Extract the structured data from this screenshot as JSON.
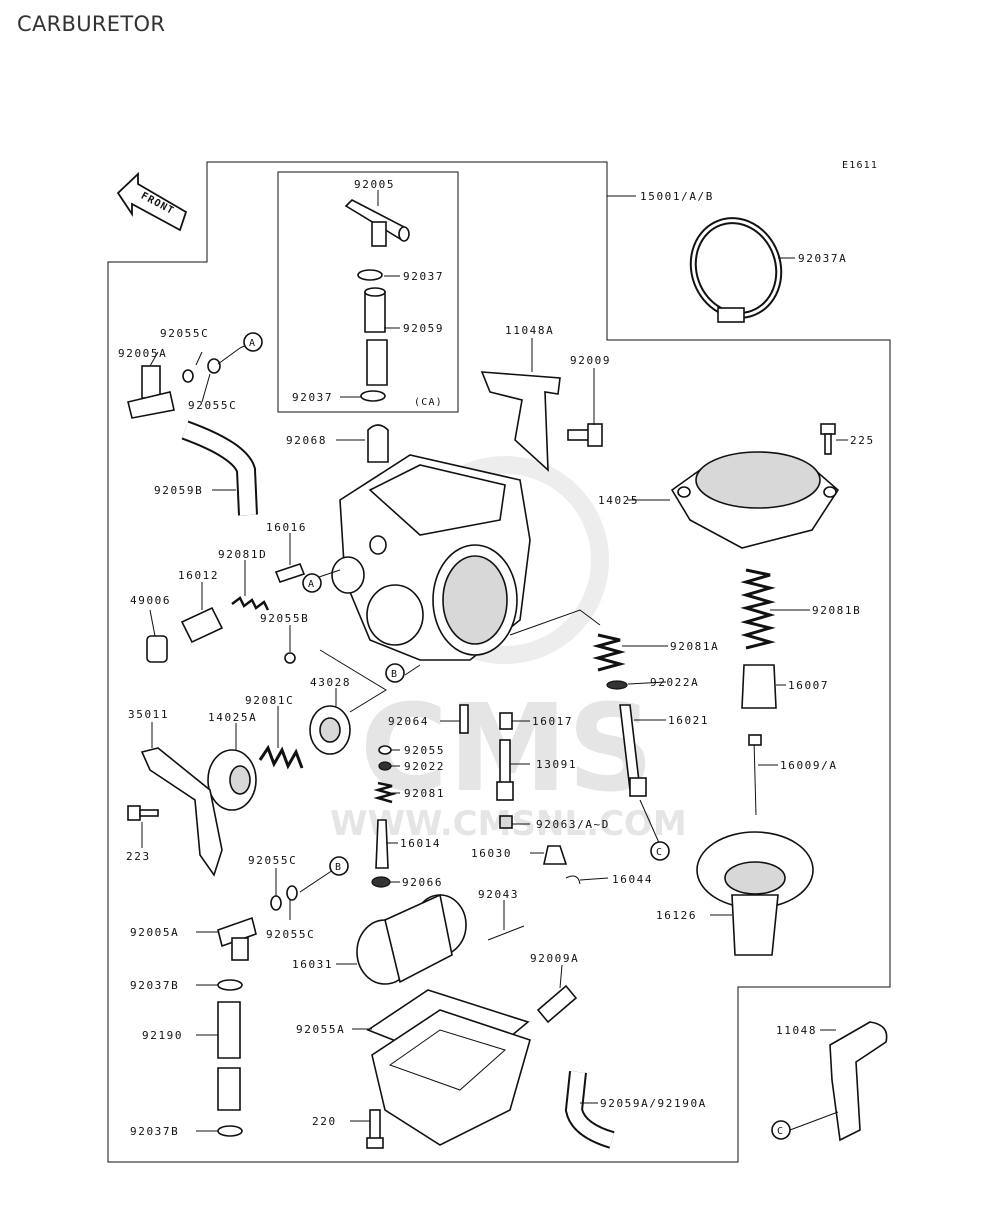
{
  "title": "CARBURETOR",
  "diagram_code": "E1611",
  "front_label": "FRONT",
  "watermark": {
    "brand": "CMS",
    "url": "WWW.CMSNL.COM"
  },
  "inset_label": "(CA)",
  "callouts": {
    "a": "A",
    "b": "B",
    "c": "C"
  },
  "parts": [
    "15001/A/B",
    "92037A",
    "92005",
    "92037",
    "92059",
    "92037",
    "11048A",
    "92009",
    "92055C",
    "92005A",
    "92055C",
    "92068",
    "225",
    "92059B",
    "14025",
    "16016",
    "92081D",
    "16012",
    "49006",
    "92055B",
    "92081B",
    "92081A",
    "92022A",
    "16007",
    "43028",
    "35011",
    "14025A",
    "92081C",
    "92064",
    "16017",
    "16021",
    "92055",
    "92022",
    "13091",
    "16009/A",
    "92081",
    "92063/A~D",
    "16014",
    "16030",
    "223",
    "92055C",
    "92066",
    "16044",
    "92043",
    "16126",
    "92005A",
    "92055C",
    "16031",
    "92037B",
    "92009A",
    "92190",
    "92055A",
    "11048",
    "220",
    "92059A/92190A",
    "92037B"
  ]
}
